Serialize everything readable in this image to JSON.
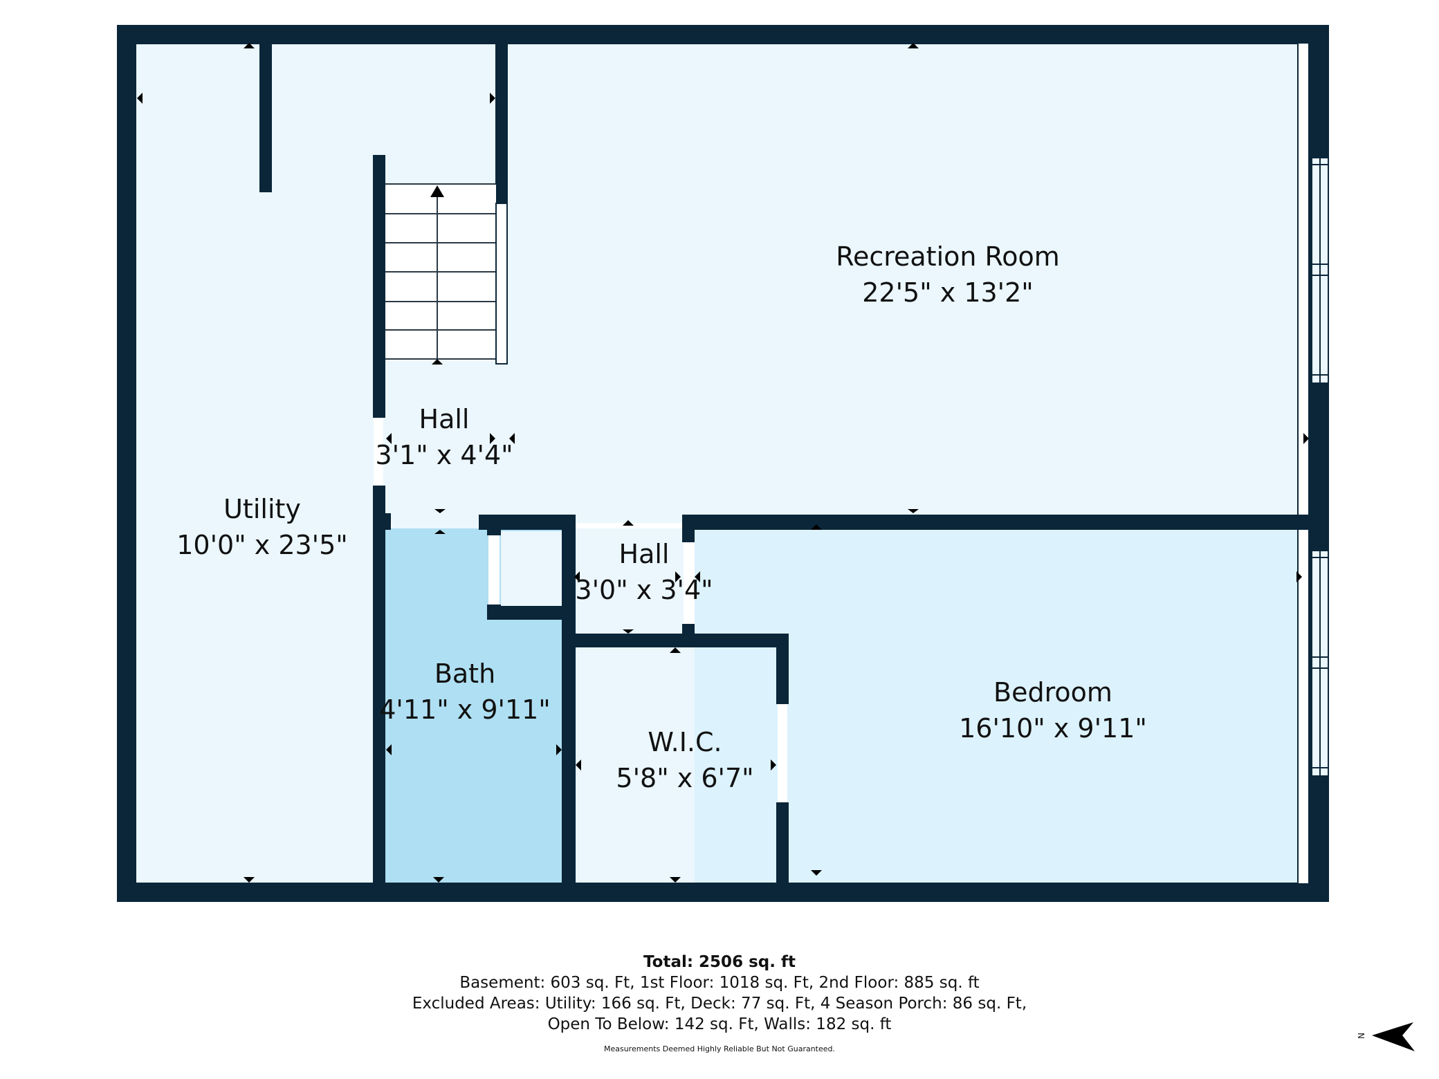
{
  "floorplan": {
    "colors": {
      "wall": "#0b2639",
      "room_light": "#ebf7fd",
      "bath": "#afdff2",
      "bedroom": "#dcf2fd",
      "stair": "#ffffff"
    },
    "rooms": [
      {
        "name": "Recreation Room",
        "dims": "22'5\" x 13'2\""
      },
      {
        "name": "Hall",
        "dims": "3'1\" x 4'4\""
      },
      {
        "name": "Utility",
        "dims": "10'0\" x 23'5\""
      },
      {
        "name": "Hall",
        "dims": "3'0\" x 3'4\""
      },
      {
        "name": "Bath",
        "dims": "4'11\" x 9'11\""
      },
      {
        "name": "W.I.C.",
        "dims": "5'8\" x 6'7\""
      },
      {
        "name": "Bedroom",
        "dims": "16'10\" x 9'11\""
      }
    ]
  },
  "summary": {
    "total": "Total: 2506 sq. ft",
    "line1": "Basement: 603 sq. Ft, 1st Floor: 1018 sq. Ft, 2nd Floor: 885 sq. ft",
    "line2": "Excluded Areas: Utility: 166 sq. Ft, Deck: 77 sq. Ft, 4 Season Porch: 86 sq. Ft,",
    "line3": "Open To Below: 142 sq. Ft, Walls: 182 sq. ft",
    "disclaimer": "Measurements Deemed Highly Reliable But Not Guaranteed."
  },
  "compass": {
    "label": "N",
    "icon": "north-arrow-icon"
  }
}
